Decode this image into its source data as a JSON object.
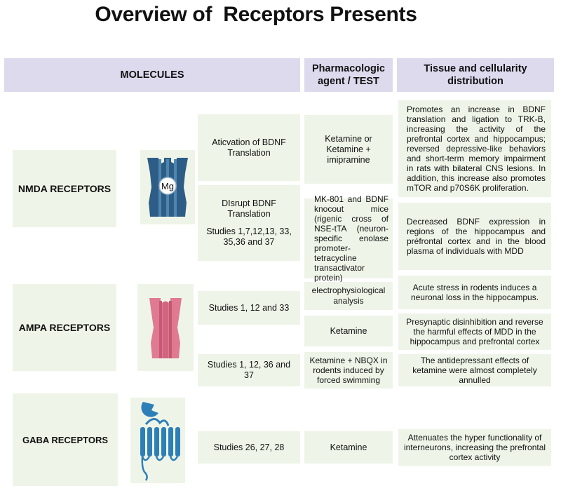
{
  "title": "Overview of  Receptors Presents",
  "headers": {
    "molecules": "MOLECULES",
    "agent": "Pharmacologic agent / TEST",
    "tissue": "Tissue and cellularity distribution"
  },
  "nmda": {
    "label": "NMDA RECEPTORS",
    "icon_text": "Mg",
    "rows": [
      {
        "mechanism": "Aticvation of BDNF Translation",
        "agent": "Ketamine or Ketamine + imipramine",
        "distribution": "Promotes an increase in BDNF translation and ligation to TRK-B, increasing the activity of the prefrontal cortex and hippocampus; reversed depressive-like behaviors and short-term memory impairment in rats with bilateral CNS lesions. In addition, this increase also promotes mTOR and p70S6K proliferation."
      },
      {
        "mechanism": "DIsrupt BDNF Translation",
        "studies": "Studies 1,7,12,13, 33, 35,36 and 37",
        "agent": "MK-801 and BDNF knocout mice (rigenic cross of NSE-tTA (neuron-specific enolase promoter-tetracycline transactivator protein)",
        "distribution": "Decreased BDNF expression in regions of the hippocampus and préfrontal cortex and in the blood plasma of individuals with MDD"
      }
    ]
  },
  "ampa": {
    "label": "AMPA RECEPTORS",
    "rows": [
      {
        "studies": "Studies 1, 12 and 33",
        "agent": "electrophysiological analysis",
        "distribution": "Acute stress in rodents induces a neuronal loss in the hippocampus."
      },
      {
        "agent": "Ketamine",
        "distribution": "Presynaptic disinhibition and reverse the harmful effects of MDD in the hippocampus and prefrontal cortex"
      },
      {
        "studies": "Studies 1, 12, 36 and 37",
        "agent": "Ketamine + NBQX in rodents induced by forced swimming",
        "distribution": "The antidepressant effects of ketamine were almost completely annulled"
      }
    ]
  },
  "gaba": {
    "label": "GABA RECEPTORS",
    "rows": [
      {
        "studies": "Studies 26, 27, 28",
        "agent": "Ketamine",
        "distribution": "Attenuates the hyper functionality of interneurons, increasing the prefrontal cortex activity"
      }
    ]
  },
  "colors": {
    "header_bg": "#dddaee",
    "cell_bg": "#eef5e8",
    "nmda_blue": "#2d5d86",
    "ampa_pink": "#e07a90",
    "gaba_blue": "#2e7fb8"
  }
}
